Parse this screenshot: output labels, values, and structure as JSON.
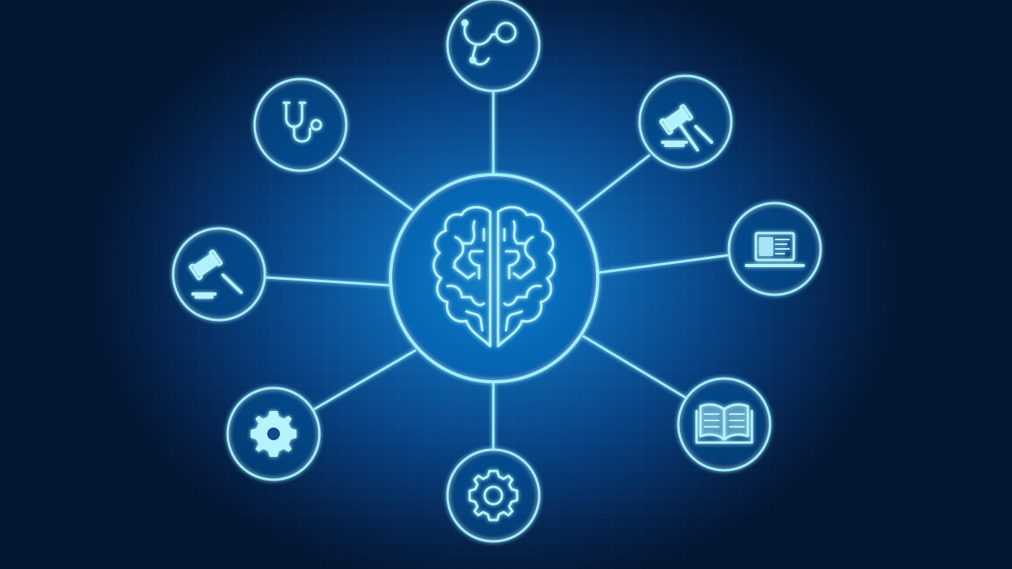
{
  "theme": {
    "glow_color": "#8be6ff",
    "line_color": "#9fefff",
    "background_dark": "#041a38",
    "background_glow": "#1787d0"
  },
  "hub": {
    "icon": "brain-icon"
  },
  "satellites": [
    {
      "id": "top",
      "icon": "stethoscope-icon"
    },
    {
      "id": "upper-left",
      "icon": "stethoscope-icon"
    },
    {
      "id": "upper-right",
      "icon": "gavel-icon"
    },
    {
      "id": "left",
      "icon": "gavel-icon"
    },
    {
      "id": "right",
      "icon": "laptop-icon"
    },
    {
      "id": "lower-left",
      "icon": "gear-icon"
    },
    {
      "id": "bottom",
      "icon": "gear-outline-icon"
    },
    {
      "id": "lower-right",
      "icon": "book-icon"
    }
  ]
}
